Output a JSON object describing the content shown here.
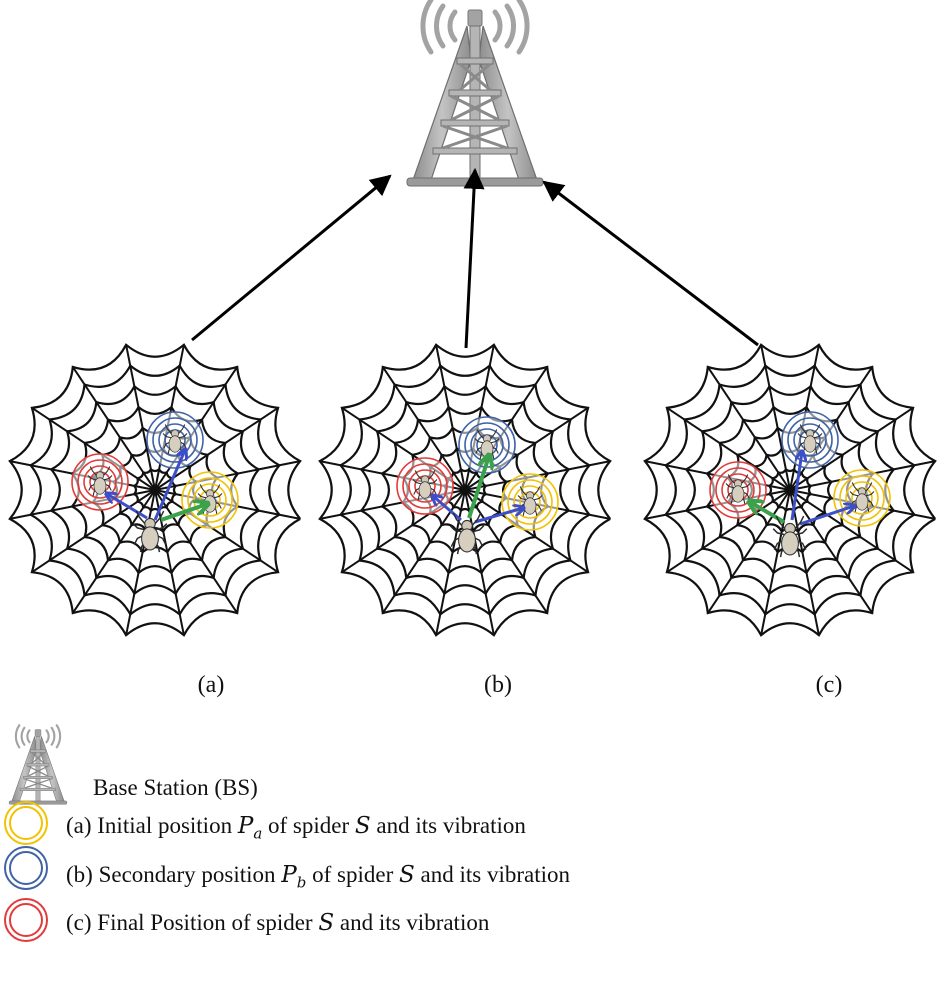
{
  "panels": [
    {
      "label": "(a)"
    },
    {
      "label": "(b)"
    },
    {
      "label": "(c)"
    }
  ],
  "legend": {
    "base_station": "Base Station (BS)",
    "initial": {
      "pre": "(a) Initial position ",
      "P": "P",
      "sub": "a",
      "mid": " of spider ",
      "S": "S",
      "post": " and its vibration"
    },
    "secondary": {
      "pre": "(b) Secondary position ",
      "P": "P",
      "sub": "b",
      "mid": " of spider ",
      "S": "S",
      "post": " and its vibration"
    },
    "final": {
      "pre": "(c) Final Position of spider ",
      "S": "S",
      "post": " and its vibration"
    }
  },
  "colors": {
    "tower": "#a3a3a3",
    "tower_edge": "#6f6f6f",
    "web": "#111111",
    "yellow": "#f2c200",
    "blue": "#3f63a6",
    "red": "#e23b3b",
    "arrow_blue": "#3c4fc8",
    "arrow_green": "#3aa24a"
  }
}
